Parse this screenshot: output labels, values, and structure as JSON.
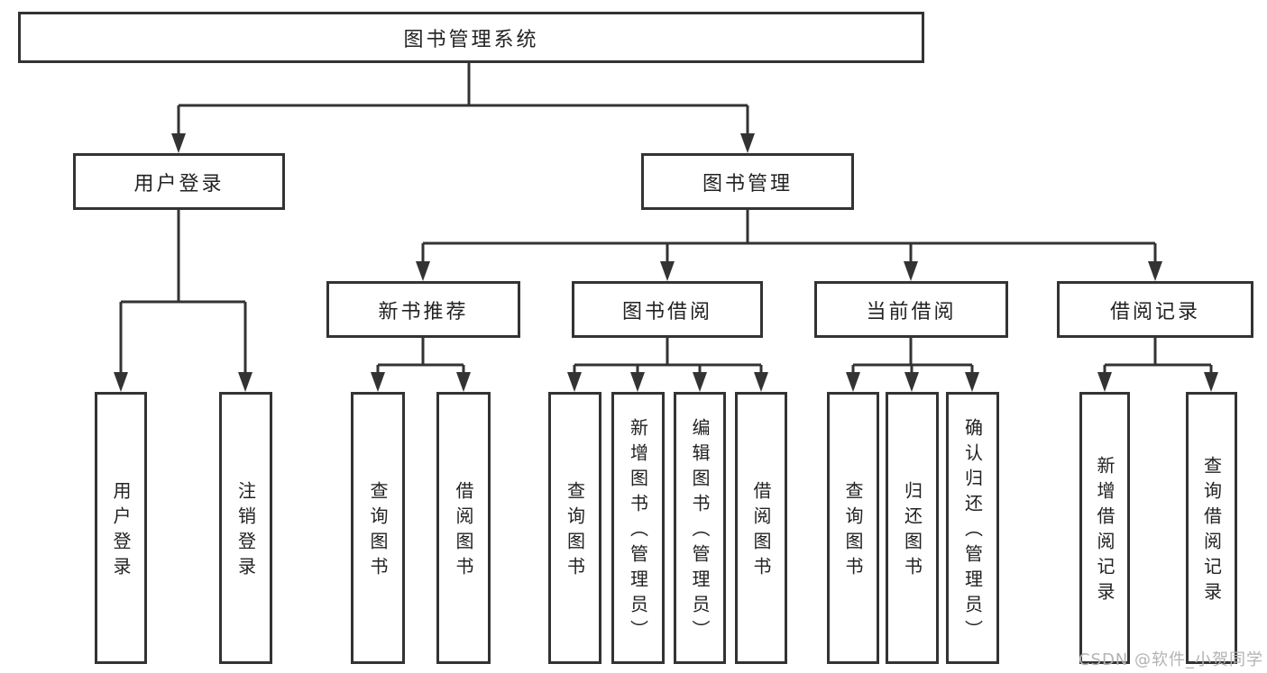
{
  "diagram": {
    "root": {
      "label": "图书管理系统"
    },
    "user_login": {
      "label": "用户登录",
      "children": [
        {
          "label": "用户登录"
        },
        {
          "label": "注销登录"
        }
      ]
    },
    "book_mgmt": {
      "label": "图书管理",
      "children": [
        {
          "label": "新书推荐",
          "children": [
            {
              "label": "查询图书"
            },
            {
              "label": "借阅图书"
            }
          ]
        },
        {
          "label": "图书借阅",
          "children": [
            {
              "label": "查询图书"
            },
            {
              "label": "新增图书（管理员）"
            },
            {
              "label": "编辑图书（管理员）"
            },
            {
              "label": "借阅图书"
            }
          ]
        },
        {
          "label": "当前借阅",
          "children": [
            {
              "label": "查询图书"
            },
            {
              "label": "归还图书"
            },
            {
              "label": "确认归还（管理员）"
            }
          ]
        },
        {
          "label": "借阅记录",
          "children": [
            {
              "label": "新增借阅记录"
            },
            {
              "label": "查询借阅记录"
            }
          ]
        }
      ]
    },
    "watermark": "CSDN @软件_小贺同学",
    "colors": {
      "line": "#333333",
      "box_border": "#333333",
      "text": "#222222",
      "watermark": "#b3b3b3",
      "background": "#ffffff"
    }
  }
}
